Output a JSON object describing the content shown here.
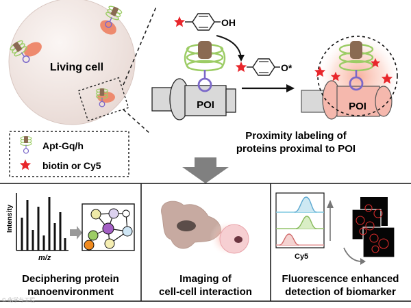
{
  "figure": {
    "living_cell_label": "Living cell",
    "legend": {
      "aptamer_label": "Apt-Gq/h",
      "star_label": "biotin or Cy5"
    },
    "reaction": {
      "substrate_group": "OH",
      "radical_group": "O*"
    },
    "poi_label_left": "POI",
    "poi_label_right": "POI",
    "caption_line1": "Proximity labeling of",
    "caption_line2": "proteins proximal to POI",
    "panels": [
      {
        "title_line1": "Deciphering protein",
        "title_line2": "nanoenvironment",
        "y_axis_label": "Intensity",
        "x_axis_label": "m/z"
      },
      {
        "title_line1": "Imaging of",
        "title_line2": "cell-cell interaction"
      },
      {
        "title_line1": "Fluorescence enhanced",
        "title_line2": "detection of biomarker",
        "x_axis_label": "Cy5"
      }
    ],
    "watermark": "© 化学与工程"
  },
  "colors": {
    "cell_fill": "#f1e6e2",
    "membrane_patch": "#ee8a6e",
    "aptamer_green": "#9ccc65",
    "aptamer_purple": "#7b68c9",
    "star_red": "#e8262b",
    "protein_gray": "#d9d9d9",
    "protein_pink": "#f5b8ad",
    "arrow_gray": "#808080"
  }
}
